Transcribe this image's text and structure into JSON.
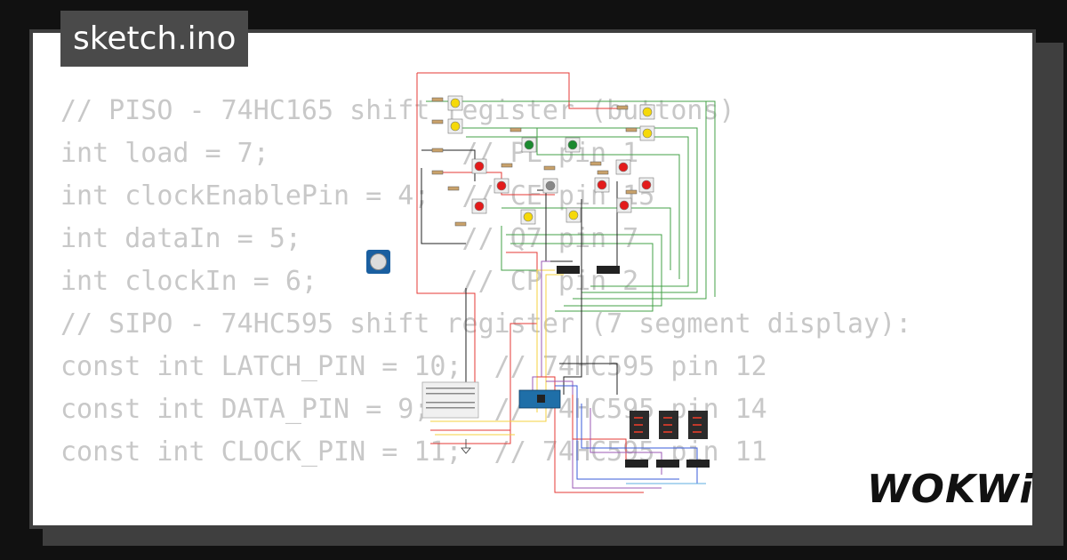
{
  "file_tab": {
    "label": "sketch.ino"
  },
  "code_lines": [
    "// PISO - 74HC165 shift register (buttons)",
    "int load = 7;            // PL pin 1",
    "int clockEnablePin = 4;  // CE pin 15",
    "int dataIn = 5;          // Q7 pin 7",
    "int clockIn = 6;         // CP pin 2",
    "",
    "// SIPO - 74HC595 shift register (7 segment display):",
    "const int LATCH_PIN = 10;  // 74HC595 pin 12",
    "const int DATA_PIN = 9;    // 74HC595 pin 14",
    "const int CLOCK_PIN = 11;  // 74HC595 pin 11"
  ],
  "brand": {
    "logo": "WOKWi"
  },
  "colors": {
    "background": "#111111",
    "card": "#ffffff",
    "tab": "#4a4a4a",
    "code_text": "#c8c8c8",
    "wire_red": "#e53935",
    "wire_green": "#43a047",
    "wire_black": "#222222",
    "arduino": "#1f6fa8"
  }
}
